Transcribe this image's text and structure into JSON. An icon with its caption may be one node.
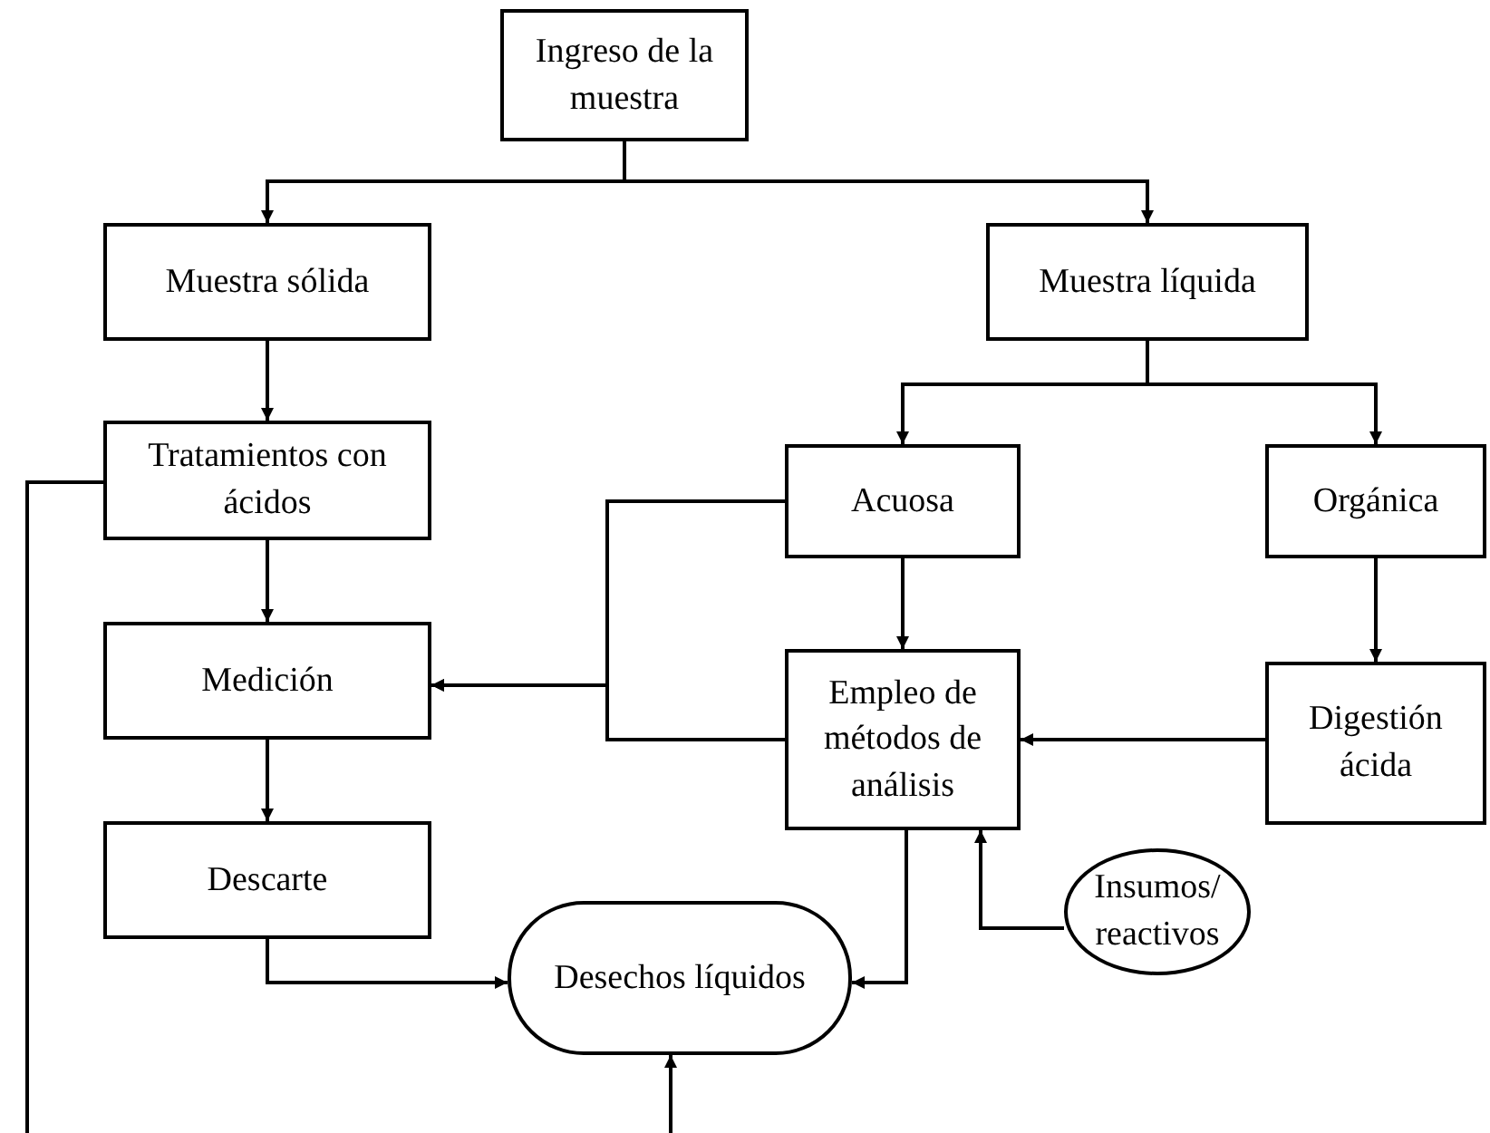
{
  "diagram": {
    "nodes": [
      {
        "text": [
          "Ingreso de la muestra"
        ]
      },
      {
        "text": [
          "Muestra sólida"
        ]
      },
      {
        "text": [
          "Muestra líquida"
        ]
      },
      {
        "text": [
          "Tratamientos con ácidos"
        ]
      },
      {
        "text": [
          "Acuosa"
        ]
      },
      {
        "text": [
          "Orgánica"
        ]
      },
      {
        "text": [
          "Medición"
        ]
      },
      {
        "text": [
          "Empleo de métodos de análisis"
        ]
      },
      {
        "text": [
          "Digestión ácida"
        ]
      },
      {
        "text": [
          "Descarte"
        ]
      },
      {
        "text": [
          "Desechos líquidos"
        ]
      },
      {
        "text": [
          "Insumos/ reactivos"
        ]
      }
    ],
    "edges": [
      {
        "from": 0,
        "to": 1,
        "arrow": "to"
      },
      {
        "from": 0,
        "to": 2,
        "arrow": "to"
      },
      {
        "from": 1,
        "to": 3,
        "arrow": "to"
      },
      {
        "from": 2,
        "to": 4,
        "arrow": "to"
      },
      {
        "from": 2,
        "to": 5,
        "arrow": "to"
      },
      {
        "from": 3,
        "to": null,
        "arrow": "none"
      },
      {
        "from": 3,
        "to": 6,
        "arrow": "to"
      },
      {
        "from": 4,
        "to": 6,
        "arrow": "to"
      },
      {
        "from": 7,
        "to": 6,
        "arrow": "to"
      },
      {
        "from": 4,
        "to": 7,
        "arrow": "to"
      },
      {
        "from": 5,
        "to": 8,
        "arrow": "to"
      },
      {
        "from": 8,
        "to": 7,
        "arrow": "to"
      },
      {
        "from": 6,
        "to": 9,
        "arrow": "to"
      },
      {
        "from": 9,
        "to": 10,
        "arrow": "to"
      },
      {
        "from": 7,
        "to": 10,
        "arrow": "to"
      },
      {
        "from": 11,
        "to": 7,
        "arrow": "to"
      },
      {
        "from": null,
        "to": 10,
        "arrow": "to"
      }
    ]
  }
}
